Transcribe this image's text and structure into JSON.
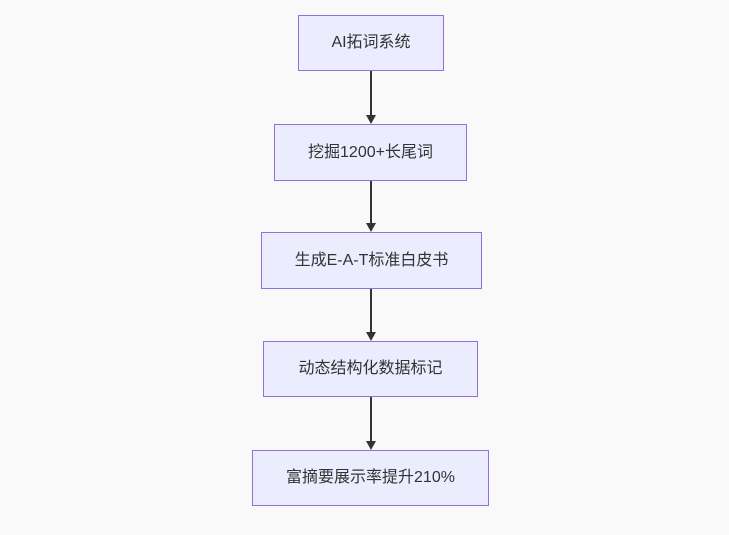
{
  "diagram": {
    "type": "flowchart",
    "direction": "top-down",
    "nodes": [
      {
        "id": "A",
        "label": "AI拓词系统"
      },
      {
        "id": "B",
        "label": "挖掘1200+长尾词"
      },
      {
        "id": "C",
        "label": "生成E-A-T标准白皮书"
      },
      {
        "id": "D",
        "label": "动态结构化数据标记"
      },
      {
        "id": "E",
        "label": "富摘要展示率提升210%"
      }
    ],
    "edges": [
      {
        "from": "A",
        "to": "B"
      },
      {
        "from": "B",
        "to": "C"
      },
      {
        "from": "C",
        "to": "D"
      },
      {
        "from": "D",
        "to": "E"
      }
    ],
    "colors": {
      "background": "#f9f9f9",
      "node_fill": "#ECECFF",
      "node_border": "#9370DB",
      "arrow": "#333333",
      "text": "#333333"
    }
  }
}
